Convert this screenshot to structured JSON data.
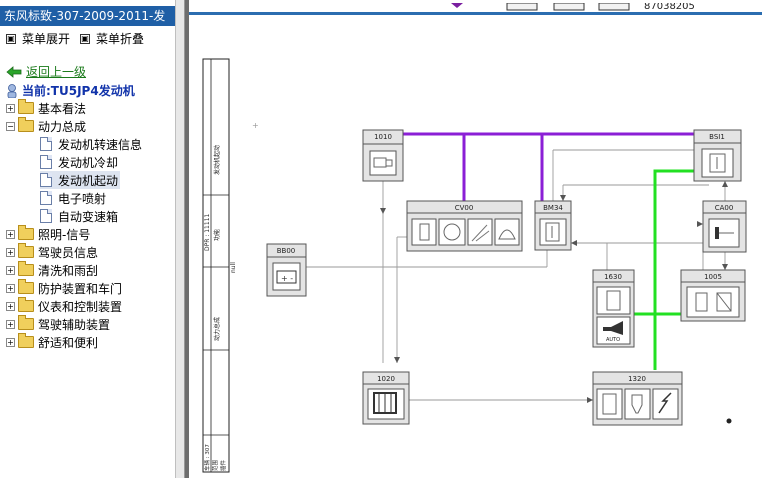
{
  "window": {
    "title": "东风标致-307-2009-2011-发"
  },
  "menu": {
    "expand": "菜单展开",
    "collapse": "菜单折叠"
  },
  "nav": {
    "back": "返回上一级",
    "current": "当前:TU5JP4发动机"
  },
  "tree": {
    "items": [
      {
        "label": "基本看法",
        "type": "folder",
        "expanded": false
      },
      {
        "label": "动力总成",
        "type": "folder",
        "expanded": true
      },
      {
        "label": "发动机转速信息",
        "type": "doc"
      },
      {
        "label": "发动机冷却",
        "type": "doc"
      },
      {
        "label": "发动机起动",
        "type": "doc",
        "selected": true
      },
      {
        "label": "电子喷射",
        "type": "doc"
      },
      {
        "label": "自动变速箱",
        "type": "doc"
      },
      {
        "label": "照明-信号",
        "type": "folder",
        "expanded": false
      },
      {
        "label": "驾驶员信息",
        "type": "folder",
        "expanded": false
      },
      {
        "label": "清洗和雨刮",
        "type": "folder",
        "expanded": false
      },
      {
        "label": "防护装置和车门",
        "type": "folder",
        "expanded": false
      },
      {
        "label": "仪表和控制装置",
        "type": "folder",
        "expanded": false
      },
      {
        "label": "驾驶辅助装置",
        "type": "folder",
        "expanded": false
      },
      {
        "label": "舒适和便利",
        "type": "folder",
        "expanded": false
      }
    ]
  },
  "toolbar": {
    "partial_text": "87038205"
  },
  "titleblock": {
    "col_top": "发动机起动",
    "col_mid": "功能",
    "col_code": "DPR : 11111",
    "col_bottom": "动力总成",
    "col_date": "车辆 : 307",
    "col_extra1": "范围",
    "col_extra2": "插件",
    "null_text": "null"
  },
  "components": {
    "c1010": "1010",
    "bsi1": "BSI1",
    "cv00": "CV00",
    "bm34": "BM34",
    "ca00": "CA00",
    "bb00": "BB00",
    "c1630": "1630",
    "c1005": "1005",
    "c1020": "1020",
    "c1320": "1320",
    "auto": "AUTO"
  },
  "colors": {
    "can_bus": "#8b1fd6",
    "van_bus": "#22e022",
    "wire": "#9a9a9a",
    "title_bar": "#1f5fa6"
  }
}
